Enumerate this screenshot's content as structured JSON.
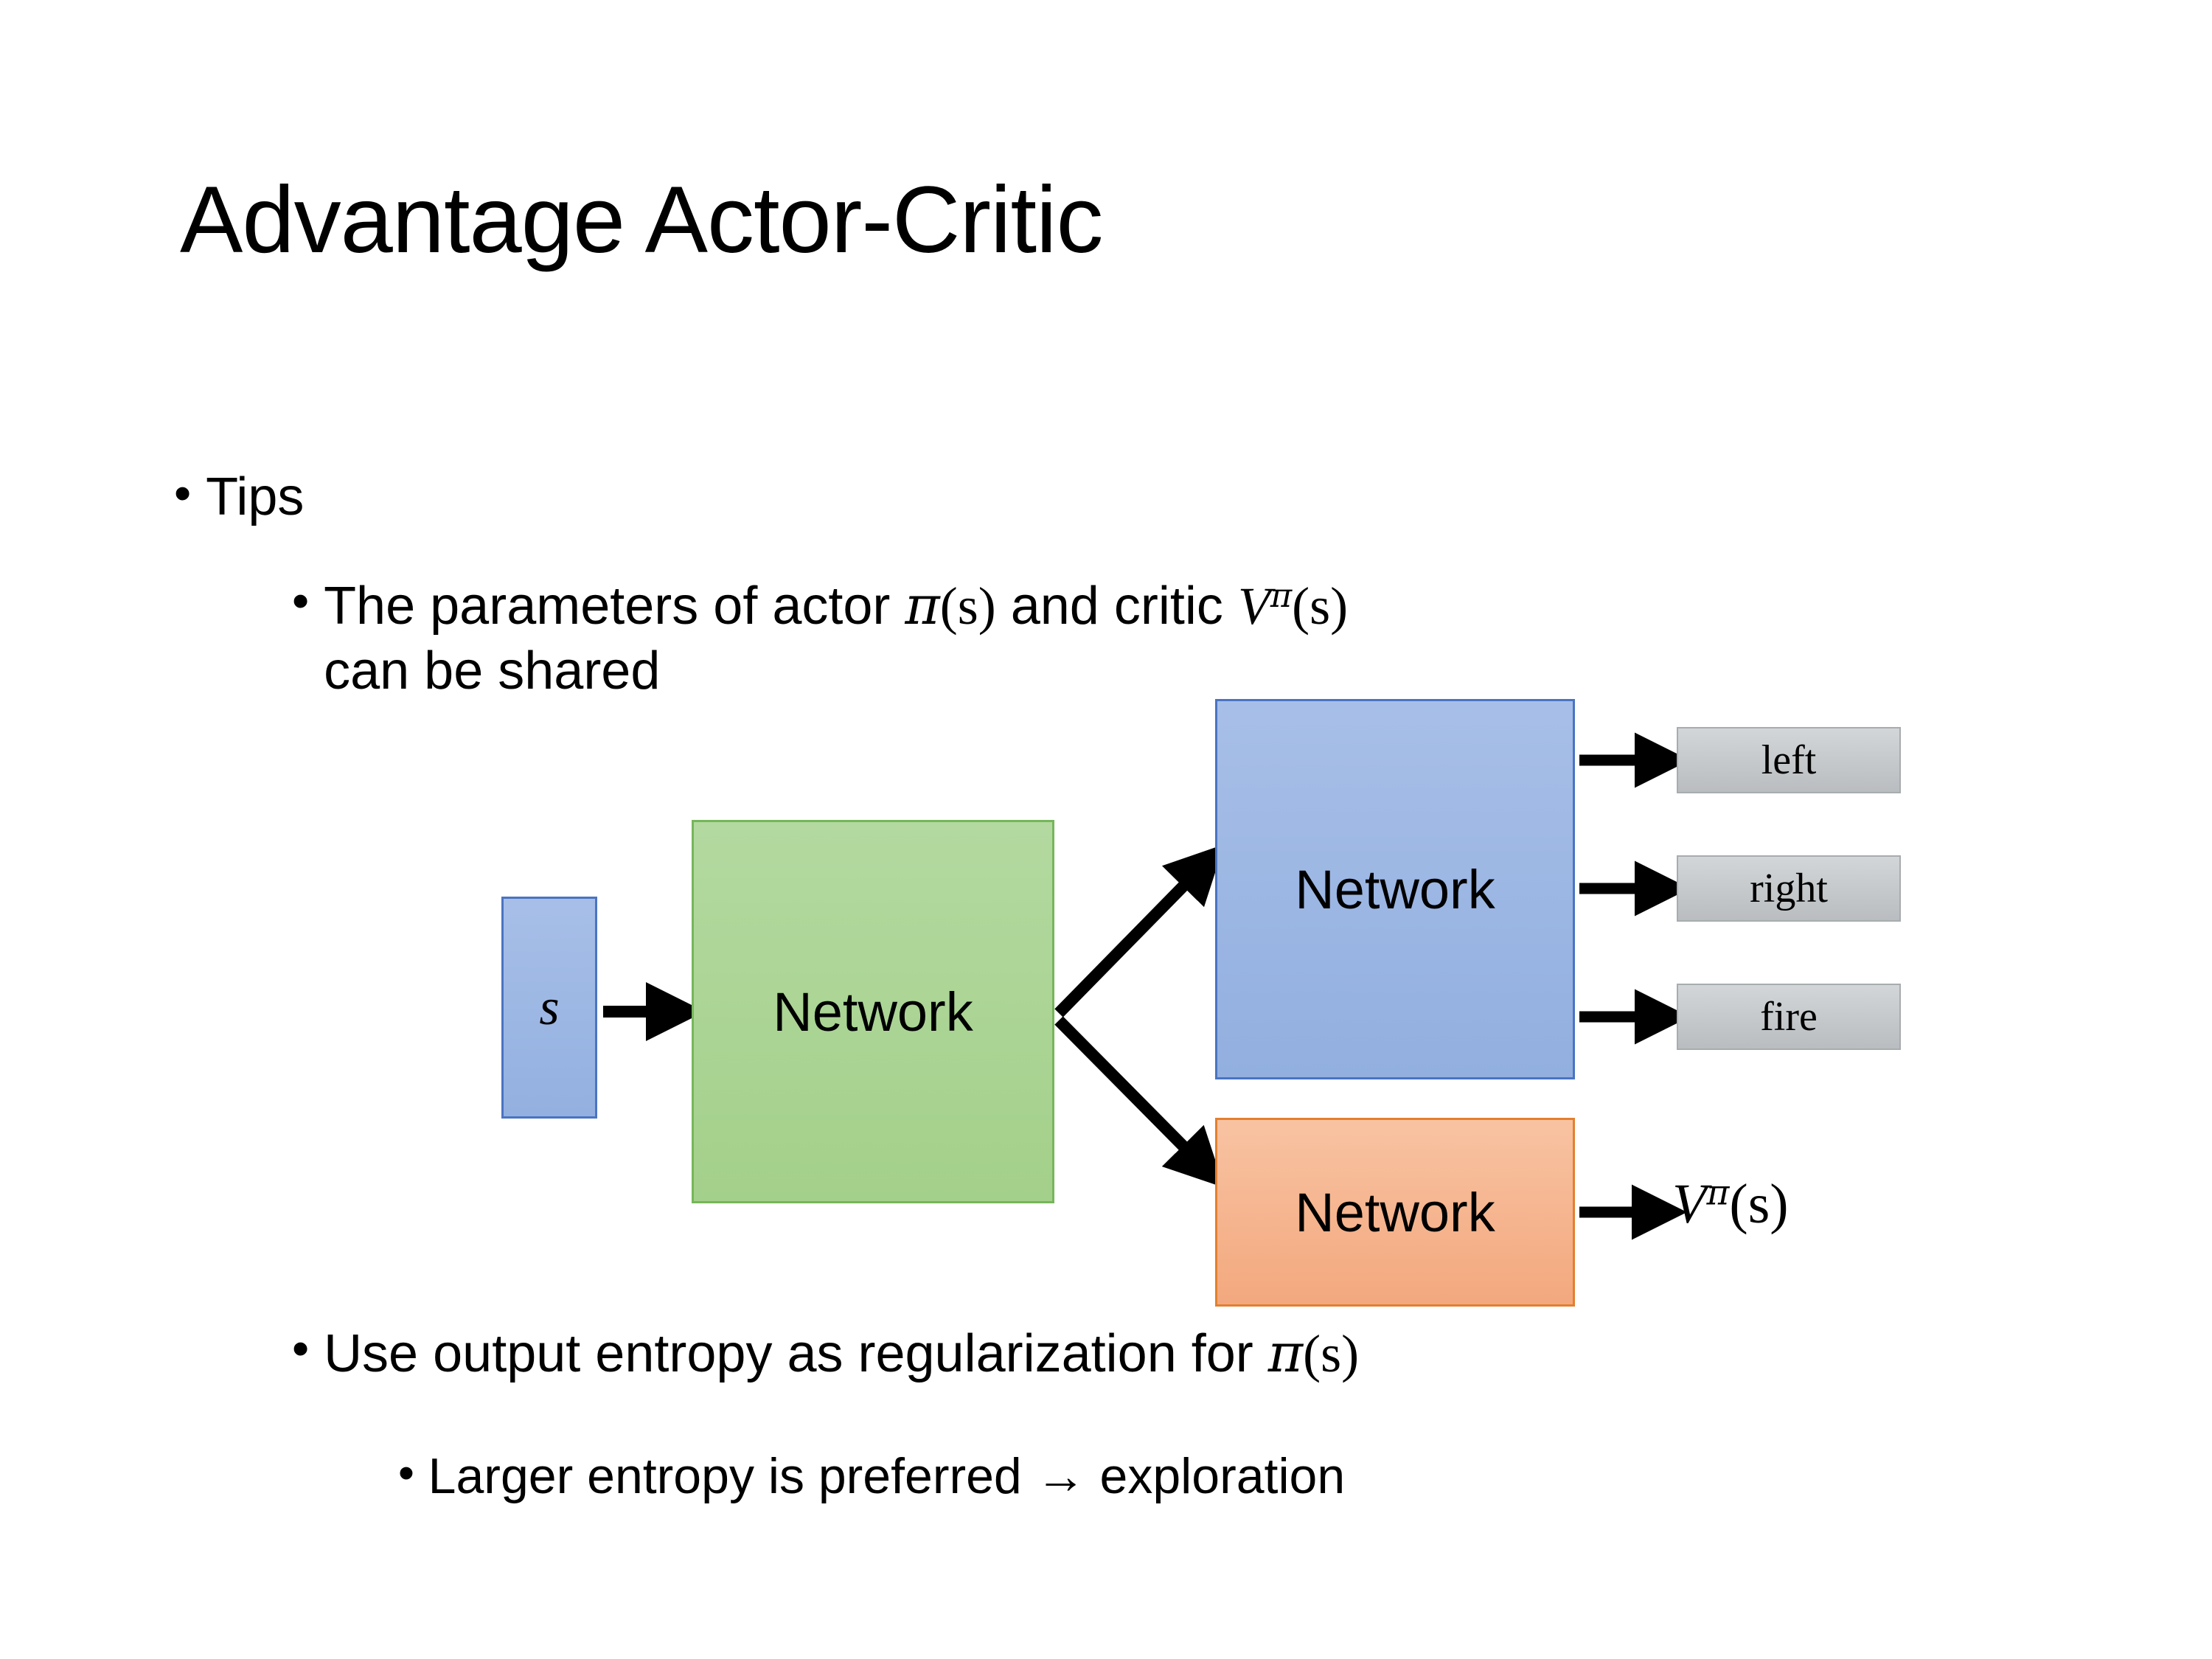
{
  "slide": {
    "title": "Advantage Actor-Critic",
    "background_color": "#ffffff"
  },
  "bullets": {
    "tips": {
      "marker": "•",
      "text": "Tips"
    },
    "shared_params": {
      "marker": "•",
      "text_before_pi": "The parameters of actor ",
      "pi_symbol": "π",
      "pi_args": "(s)",
      "text_middle": " and critic ",
      "v_symbol": "V",
      "v_superscript": "π",
      "v_args": "(s)",
      "text_after": "can be shared",
      "full_text": "The parameters of actor π(s)  and critic Vπ(s) can be shared"
    },
    "entropy": {
      "marker": "•",
      "text_before_pi": "Use output entropy as regularization for ",
      "pi_symbol": "π",
      "pi_args": "(s)",
      "full_text": "Use output entropy as regularization for π(s)"
    },
    "larger_entropy": {
      "marker": "•",
      "text": "Larger entropy is preferred → exploration",
      "arrow_glyph": "→"
    }
  },
  "diagram": {
    "input": {
      "label": "s",
      "fill": "#9db7e4",
      "border": "#4a74c2"
    },
    "shared_network": {
      "label": "Network",
      "fill": "#a8d08d",
      "border": "#76b65b"
    },
    "actor_network": {
      "label": "Network",
      "fill": "#9db7e4",
      "border": "#4a74c2"
    },
    "critic_network": {
      "label": "Network",
      "fill": "#f4b183",
      "border": "#e2802f"
    },
    "actions": [
      {
        "label": "left",
        "fill": "#c6c9cb",
        "border": "#a8acaf"
      },
      {
        "label": "right",
        "fill": "#c6c9cb",
        "border": "#a8acaf"
      },
      {
        "label": "fire",
        "fill": "#c6c9cb",
        "border": "#a8acaf"
      }
    ],
    "critic_output": {
      "symbol": "V",
      "superscript": "π",
      "args": "(s)",
      "full_text": "Vπ(s)"
    },
    "arrow_color": "#000000"
  }
}
